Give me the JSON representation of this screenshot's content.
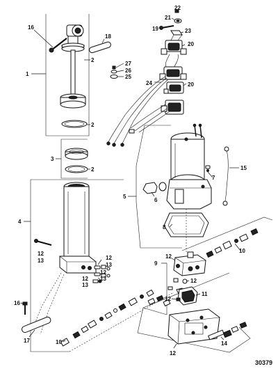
{
  "labels": {
    "l16a": "16",
    "l18": "18",
    "l2a": "2",
    "l1": "1",
    "l2b": "2",
    "l3": "3",
    "l2c": "2",
    "l4": "4",
    "l12a": "12",
    "l13a": "13",
    "l12b": "12",
    "l13b": "13",
    "l12c": "12",
    "l13c": "13",
    "l12d": "12",
    "l13d": "13",
    "l16b": "16",
    "l17": "17",
    "l10a": "10",
    "l10b": "10",
    "l22": "22",
    "l21": "21",
    "l19": "19",
    "l23": "23",
    "l20a": "20",
    "l20b": "20",
    "l24": "24",
    "l27": "27",
    "l26": "26",
    "l25": "25",
    "l5": "5",
    "l6": "6",
    "l7": "7",
    "l15": "15",
    "l8": "8",
    "l9": "9",
    "l12e": "12",
    "l12f": "12",
    "l12g": "12",
    "l11": "11",
    "l12h": "12",
    "l14": "14"
  },
  "figure_number": "30379"
}
